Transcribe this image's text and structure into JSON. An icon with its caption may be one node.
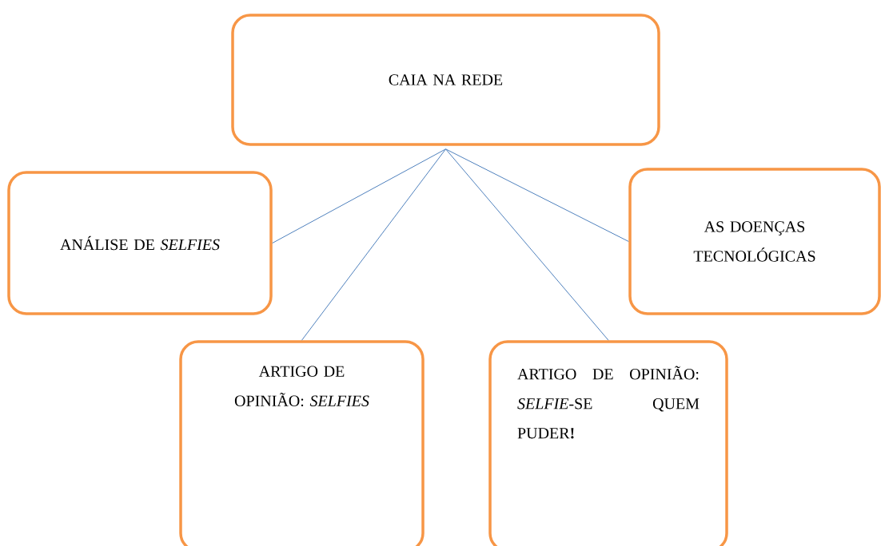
{
  "diagram": {
    "nodes": [
      {
        "text": [
          "CAIA NA REDE"
        ]
      },
      {
        "text": [
          "ANÁLISE DE *SELFIES*"
        ]
      },
      {
        "text": [
          "ARTIGO DE OPINIÃO: *SELFIES*"
        ]
      },
      {
        "text": [
          "ARTIGO DE OPINIÃO: *SELFIE*-SE QUEM PUDER**!**"
        ]
      },
      {
        "text": [
          "AS DOENÇAS TECNOLÓGICAS"
        ]
      }
    ],
    "edges": [
      {
        "from": 0,
        "to": 1,
        "arrow": "none"
      },
      {
        "from": 0,
        "to": 2,
        "arrow": "none"
      },
      {
        "from": 0,
        "to": 3,
        "arrow": "none"
      },
      {
        "from": 0,
        "to": 4,
        "arrow": "none"
      }
    ]
  }
}
